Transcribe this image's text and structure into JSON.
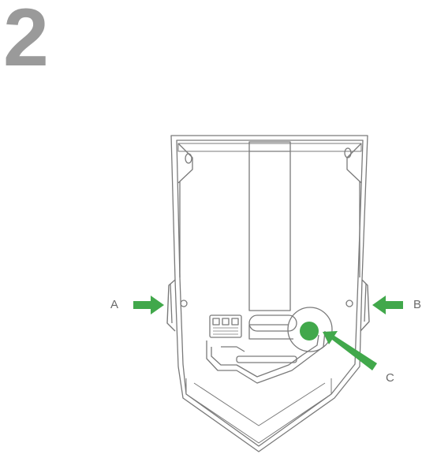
{
  "step": {
    "number": "2"
  },
  "labels": {
    "a": "A",
    "b": "B",
    "c": "C"
  },
  "colors": {
    "arrow": "#41a84b",
    "outline": "#7a7a7a",
    "text": "#6a6a6a",
    "step": "#9a9a9a"
  },
  "icons": {
    "arrow_a": "arrow-right-icon",
    "arrow_b": "arrow-left-icon",
    "arrow_c": "arrow-up-left-icon"
  }
}
